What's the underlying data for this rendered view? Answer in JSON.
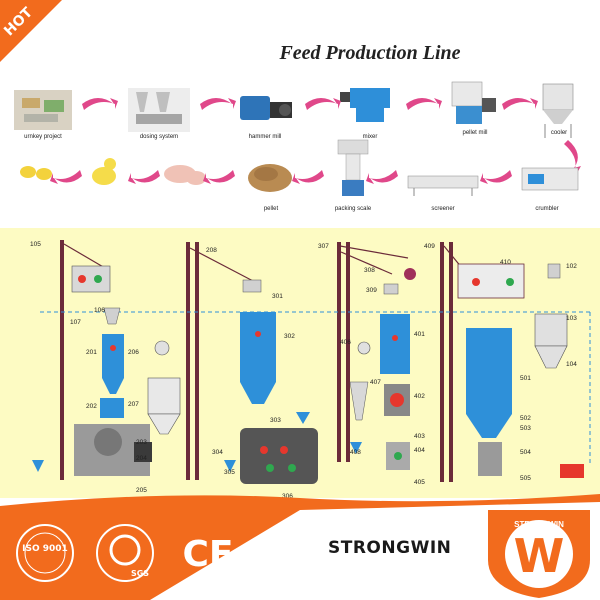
{
  "header": {
    "title": "Feed Production Line",
    "hot_badge": "HOT"
  },
  "process_row1": [
    {
      "label": "urnkey project"
    },
    {
      "label": "dosing system"
    },
    {
      "label": "hammer mill"
    },
    {
      "label": "mixer"
    },
    {
      "label": "pellet mill"
    },
    {
      "label": "cooler"
    }
  ],
  "process_row2": [
    {
      "label": "pellet"
    },
    {
      "label": "packing scale"
    },
    {
      "label": "screener"
    },
    {
      "label": "crumbler"
    }
  ],
  "diagram_numbers": [
    "105",
    "106",
    "107",
    "201",
    "202",
    "206",
    "207",
    "203",
    "204",
    "205",
    "208",
    "301",
    "302",
    "303",
    "304",
    "305",
    "306",
    "307",
    "308",
    "309",
    "401",
    "402",
    "403",
    "404",
    "405",
    "406",
    "407",
    "408",
    "409",
    "410",
    "102",
    "103",
    "104",
    "501",
    "502",
    "503",
    "504",
    "505"
  ],
  "footer": {
    "brand": "STRONGWIN",
    "logo_text": "STRONGWIN",
    "logo_letter": "W",
    "iso_label": "ISO 9001",
    "ce_label": "CE",
    "sgs_label": "SGS"
  },
  "colors": {
    "orange": "#f26b1d",
    "diagram_bg": "#fdfbc3",
    "blue": "#2e90d9",
    "pink_arrow": "#e0488a"
  }
}
